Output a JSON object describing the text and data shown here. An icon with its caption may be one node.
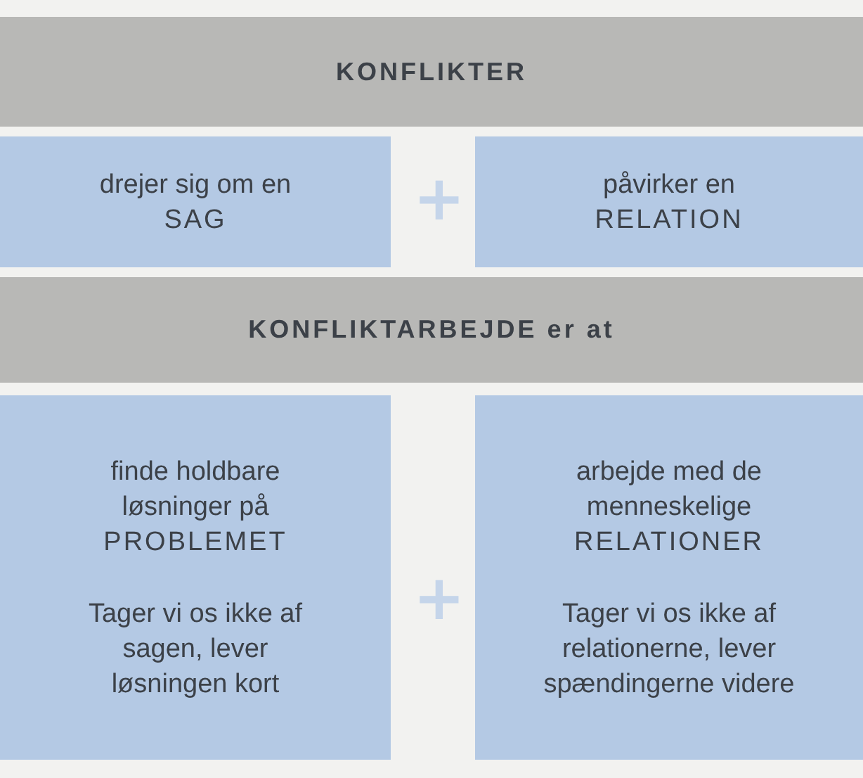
{
  "diagram": {
    "nodes": [
      {
        "text": [
          "KONFLIKTER"
        ]
      },
      {
        "text": [
          "drejer sig om en",
          "SAG"
        ]
      },
      {
        "text": [
          "påvirker en",
          "RELATION"
        ]
      },
      {
        "text": [
          "KONFLIKTARBEJDE er at"
        ]
      },
      {
        "text": [
          "finde holdbare løsninger på",
          "PROBLEMET",
          "Tager vi os ikke af sagen, lever løsningen kort"
        ]
      },
      {
        "text": [
          "arbejde med de menneskelige",
          "RELATIONER",
          "Tager vi os ikke af relationerne, lever spændingerne videre"
        ]
      }
    ],
    "labels": [
      "+",
      "+"
    ]
  }
}
